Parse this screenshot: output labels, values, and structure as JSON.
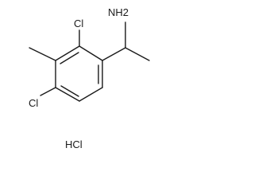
{
  "molecule": {
    "labels": {
      "amine": "NH2",
      "chloro_top": "Cl",
      "chloro_bottom": "Cl",
      "salt": "HCl"
    }
  }
}
